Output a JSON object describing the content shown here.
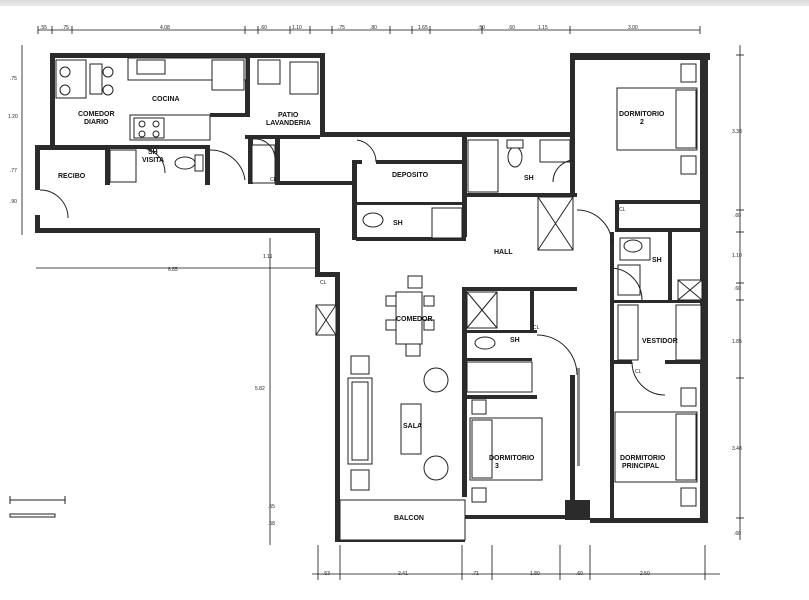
{
  "rooms": {
    "comedor_diario": [
      "COMEDOR",
      "DIARIO"
    ],
    "cocina": "COCINA",
    "patio": [
      "PATIO",
      "LAVANDERIA"
    ],
    "recibo": "RECIBO",
    "sh_visita": [
      "SH",
      "VISITA"
    ],
    "deposito": "DEPOSITO",
    "sh_deposito": "SH",
    "sh_top": "SH",
    "hall": "HALL",
    "comedor": "COMEDOR",
    "sala": "SALA",
    "balcon": "BALCON",
    "sh_dorm3": "SH",
    "dormitorio3": [
      "DORMITORIO",
      "3"
    ],
    "dormitorio2": [
      "DORMITORIO",
      "2"
    ],
    "sh_right": "SH",
    "vestidor": "VESTIDOR",
    "dormitorio_principal": [
      "DORMITORIO",
      "PRINCIPAL"
    ],
    "cl_labels": [
      "CL",
      "CL",
      "CL",
      "CL",
      "CL"
    ]
  },
  "dimensions": {
    "top": [
      ".55",
      ".75",
      "4.08",
      ".60",
      "1.10",
      ".75",
      ".80",
      "1.65",
      ".50",
      ".60",
      "1.15",
      "3.00"
    ],
    "left": [
      ".75",
      "1.20",
      ".77",
      ".90"
    ],
    "left_long": "6.85",
    "center_vertical": "1.11",
    "center_long": "5.82",
    "right": [
      "3.38",
      ".60",
      "1.10",
      ".60",
      "1.85",
      "3.48",
      ".60"
    ],
    "bottom": [
      ".53",
      "2.41",
      ".71",
      "1.80",
      ".60",
      "2.50"
    ],
    "lower_left": [
      ".55",
      ".58"
    ]
  }
}
